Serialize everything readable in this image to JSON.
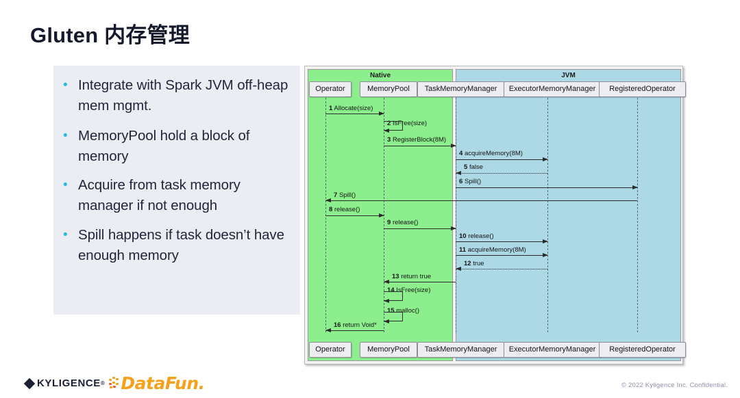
{
  "slide": {
    "title": "Gluten 内存管理",
    "copyright": "© 2022 Kyligence Inc. Confidential.",
    "accent_bullet_color": "#2bb9e0",
    "panel_bg": "#ebedf2"
  },
  "bullets": [
    {
      "text": "Integrate with Spark JVM off-heap mem mgmt."
    },
    {
      "text": "MemoryPool hold a block of memory"
    },
    {
      "text": "Acquire from task memory manager if not enough"
    },
    {
      "text": "Spill happens if task doesn’t have enough memory"
    }
  ],
  "footer": {
    "brand_primary": "KYLIGENCE",
    "brand_registered": "®",
    "brand_secondary": "DataFun.",
    "brand_secondary_color": "#f5a11b"
  },
  "diagram": {
    "type": "sequence-diagram",
    "groups": [
      {
        "name": "Native",
        "color": "#8cee8c"
      },
      {
        "name": "JVM",
        "color": "#add8e6"
      }
    ],
    "participants": [
      {
        "name": "Operator",
        "group": "Native"
      },
      {
        "name": "MemoryPool",
        "group": "Native"
      },
      {
        "name": "TaskMemoryManager",
        "group": "JVM"
      },
      {
        "name": "ExecutorMemoryManager",
        "group": "JVM"
      },
      {
        "name": "RegisteredOperator",
        "group": "JVM"
      }
    ],
    "messages": [
      {
        "num": "1",
        "label": "Allocate(size)",
        "from": "Operator",
        "to": "MemoryPool",
        "kind": "call"
      },
      {
        "num": "2",
        "label": "IsFree(size)",
        "from": "MemoryPool",
        "to": "MemoryPool",
        "kind": "self"
      },
      {
        "num": "3",
        "label": "RegisterBlock(8M)",
        "from": "MemoryPool",
        "to": "TaskMemoryManager",
        "kind": "call"
      },
      {
        "num": "4",
        "label": "acquireMemory(8M)",
        "from": "TaskMemoryManager",
        "to": "ExecutorMemoryManager",
        "kind": "call"
      },
      {
        "num": "5",
        "label": "false",
        "from": "ExecutorMemoryManager",
        "to": "TaskMemoryManager",
        "kind": "return"
      },
      {
        "num": "6",
        "label": "Spill()",
        "from": "TaskMemoryManager",
        "to": "RegisteredOperator",
        "kind": "call"
      },
      {
        "num": "7",
        "label": "Spill()",
        "from": "RegisteredOperator",
        "to": "Operator",
        "kind": "call"
      },
      {
        "num": "8",
        "label": "release()",
        "from": "Operator",
        "to": "MemoryPool",
        "kind": "call"
      },
      {
        "num": "9",
        "label": "release()",
        "from": "MemoryPool",
        "to": "TaskMemoryManager",
        "kind": "call"
      },
      {
        "num": "10",
        "label": "release()",
        "from": "TaskMemoryManager",
        "to": "ExecutorMemoryManager",
        "kind": "call"
      },
      {
        "num": "11",
        "label": "acquireMemory(8M)",
        "from": "TaskMemoryManager",
        "to": "ExecutorMemoryManager",
        "kind": "call"
      },
      {
        "num": "12",
        "label": "true",
        "from": "ExecutorMemoryManager",
        "to": "TaskMemoryManager",
        "kind": "return"
      },
      {
        "num": "13",
        "label": "return true",
        "from": "TaskMemoryManager",
        "to": "MemoryPool",
        "kind": "call"
      },
      {
        "num": "14",
        "label": "IsFree(size)",
        "from": "MemoryPool",
        "to": "MemoryPool",
        "kind": "self"
      },
      {
        "num": "15",
        "label": "malloc()",
        "from": "MemoryPool",
        "to": "MemoryPool",
        "kind": "self"
      },
      {
        "num": "16",
        "label": "return Void*",
        "from": "MemoryPool",
        "to": "Operator",
        "kind": "call"
      }
    ]
  }
}
